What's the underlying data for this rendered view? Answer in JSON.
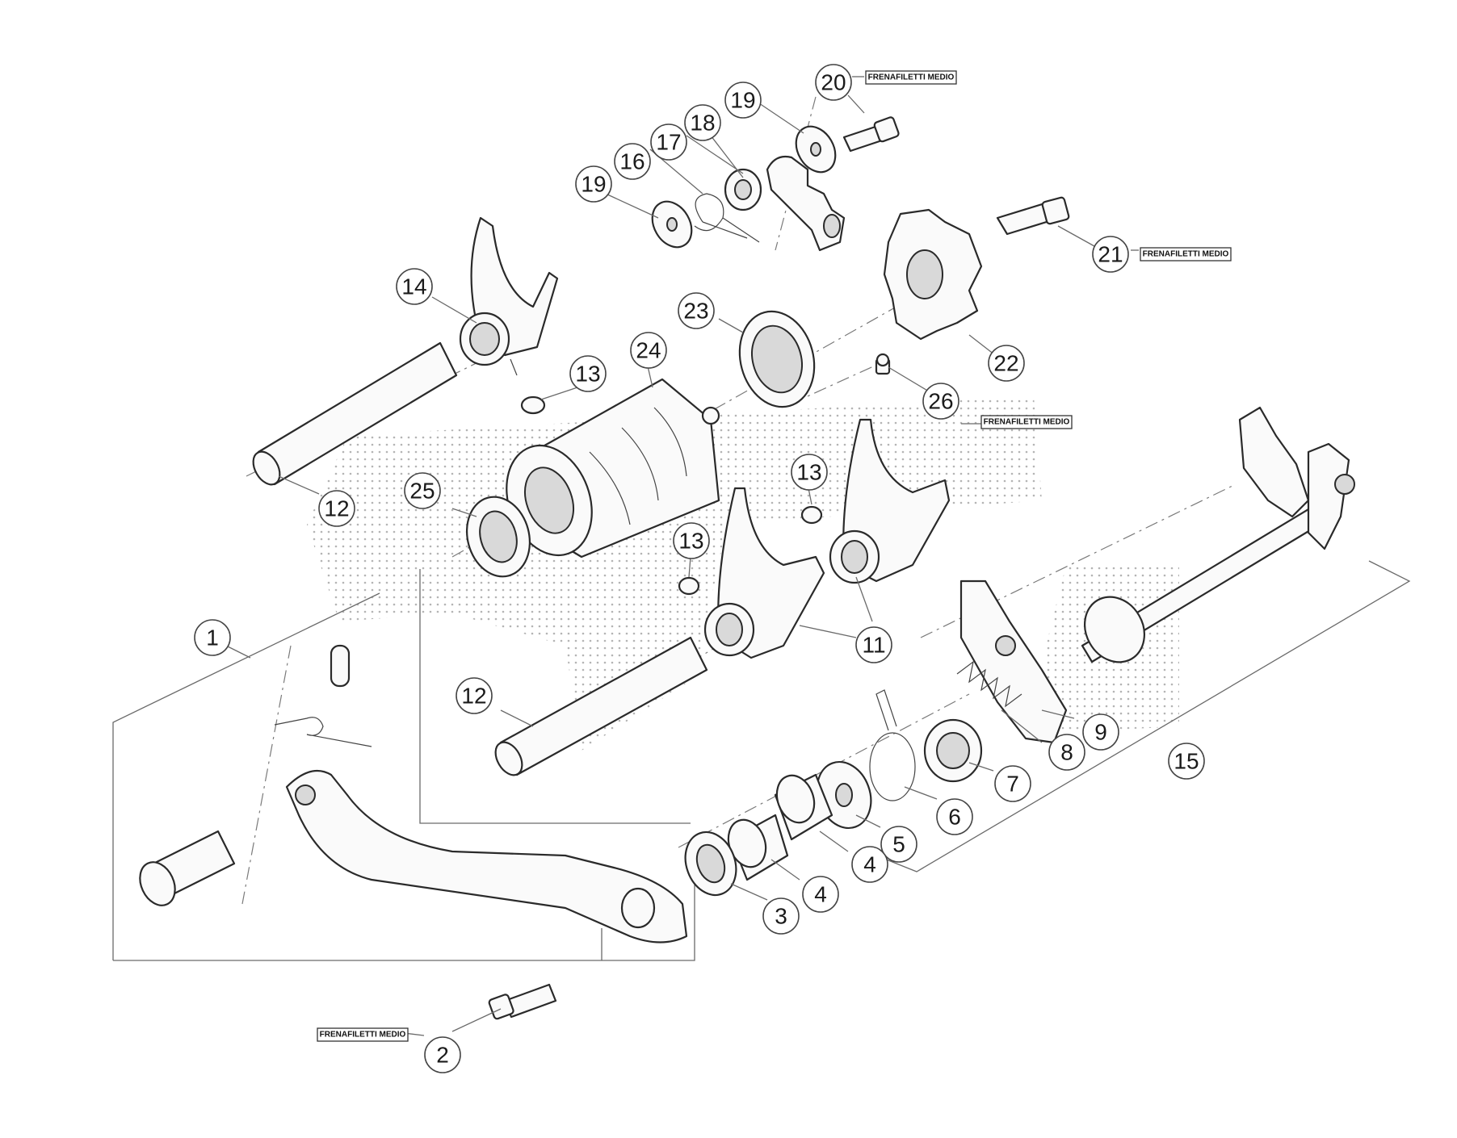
{
  "callouts": [
    "1",
    "2",
    "3",
    "4",
    "4",
    "5",
    "6",
    "7",
    "8",
    "9",
    "11",
    "12",
    "12",
    "13",
    "13",
    "13",
    "14",
    "15",
    "16",
    "17",
    "18",
    "19",
    "19",
    "20",
    "21",
    "22",
    "23",
    "24",
    "25",
    "26"
  ],
  "notes": {
    "n20": "FRENAFILETTI MEDIO",
    "n21": "FRENAFILETTI MEDIO",
    "n26": "FRENAFILETTI MEDIO",
    "n2": "FRENAFILETTI MEDIO"
  },
  "watermark_color": "#888888",
  "line_color": "#2a2a2a"
}
